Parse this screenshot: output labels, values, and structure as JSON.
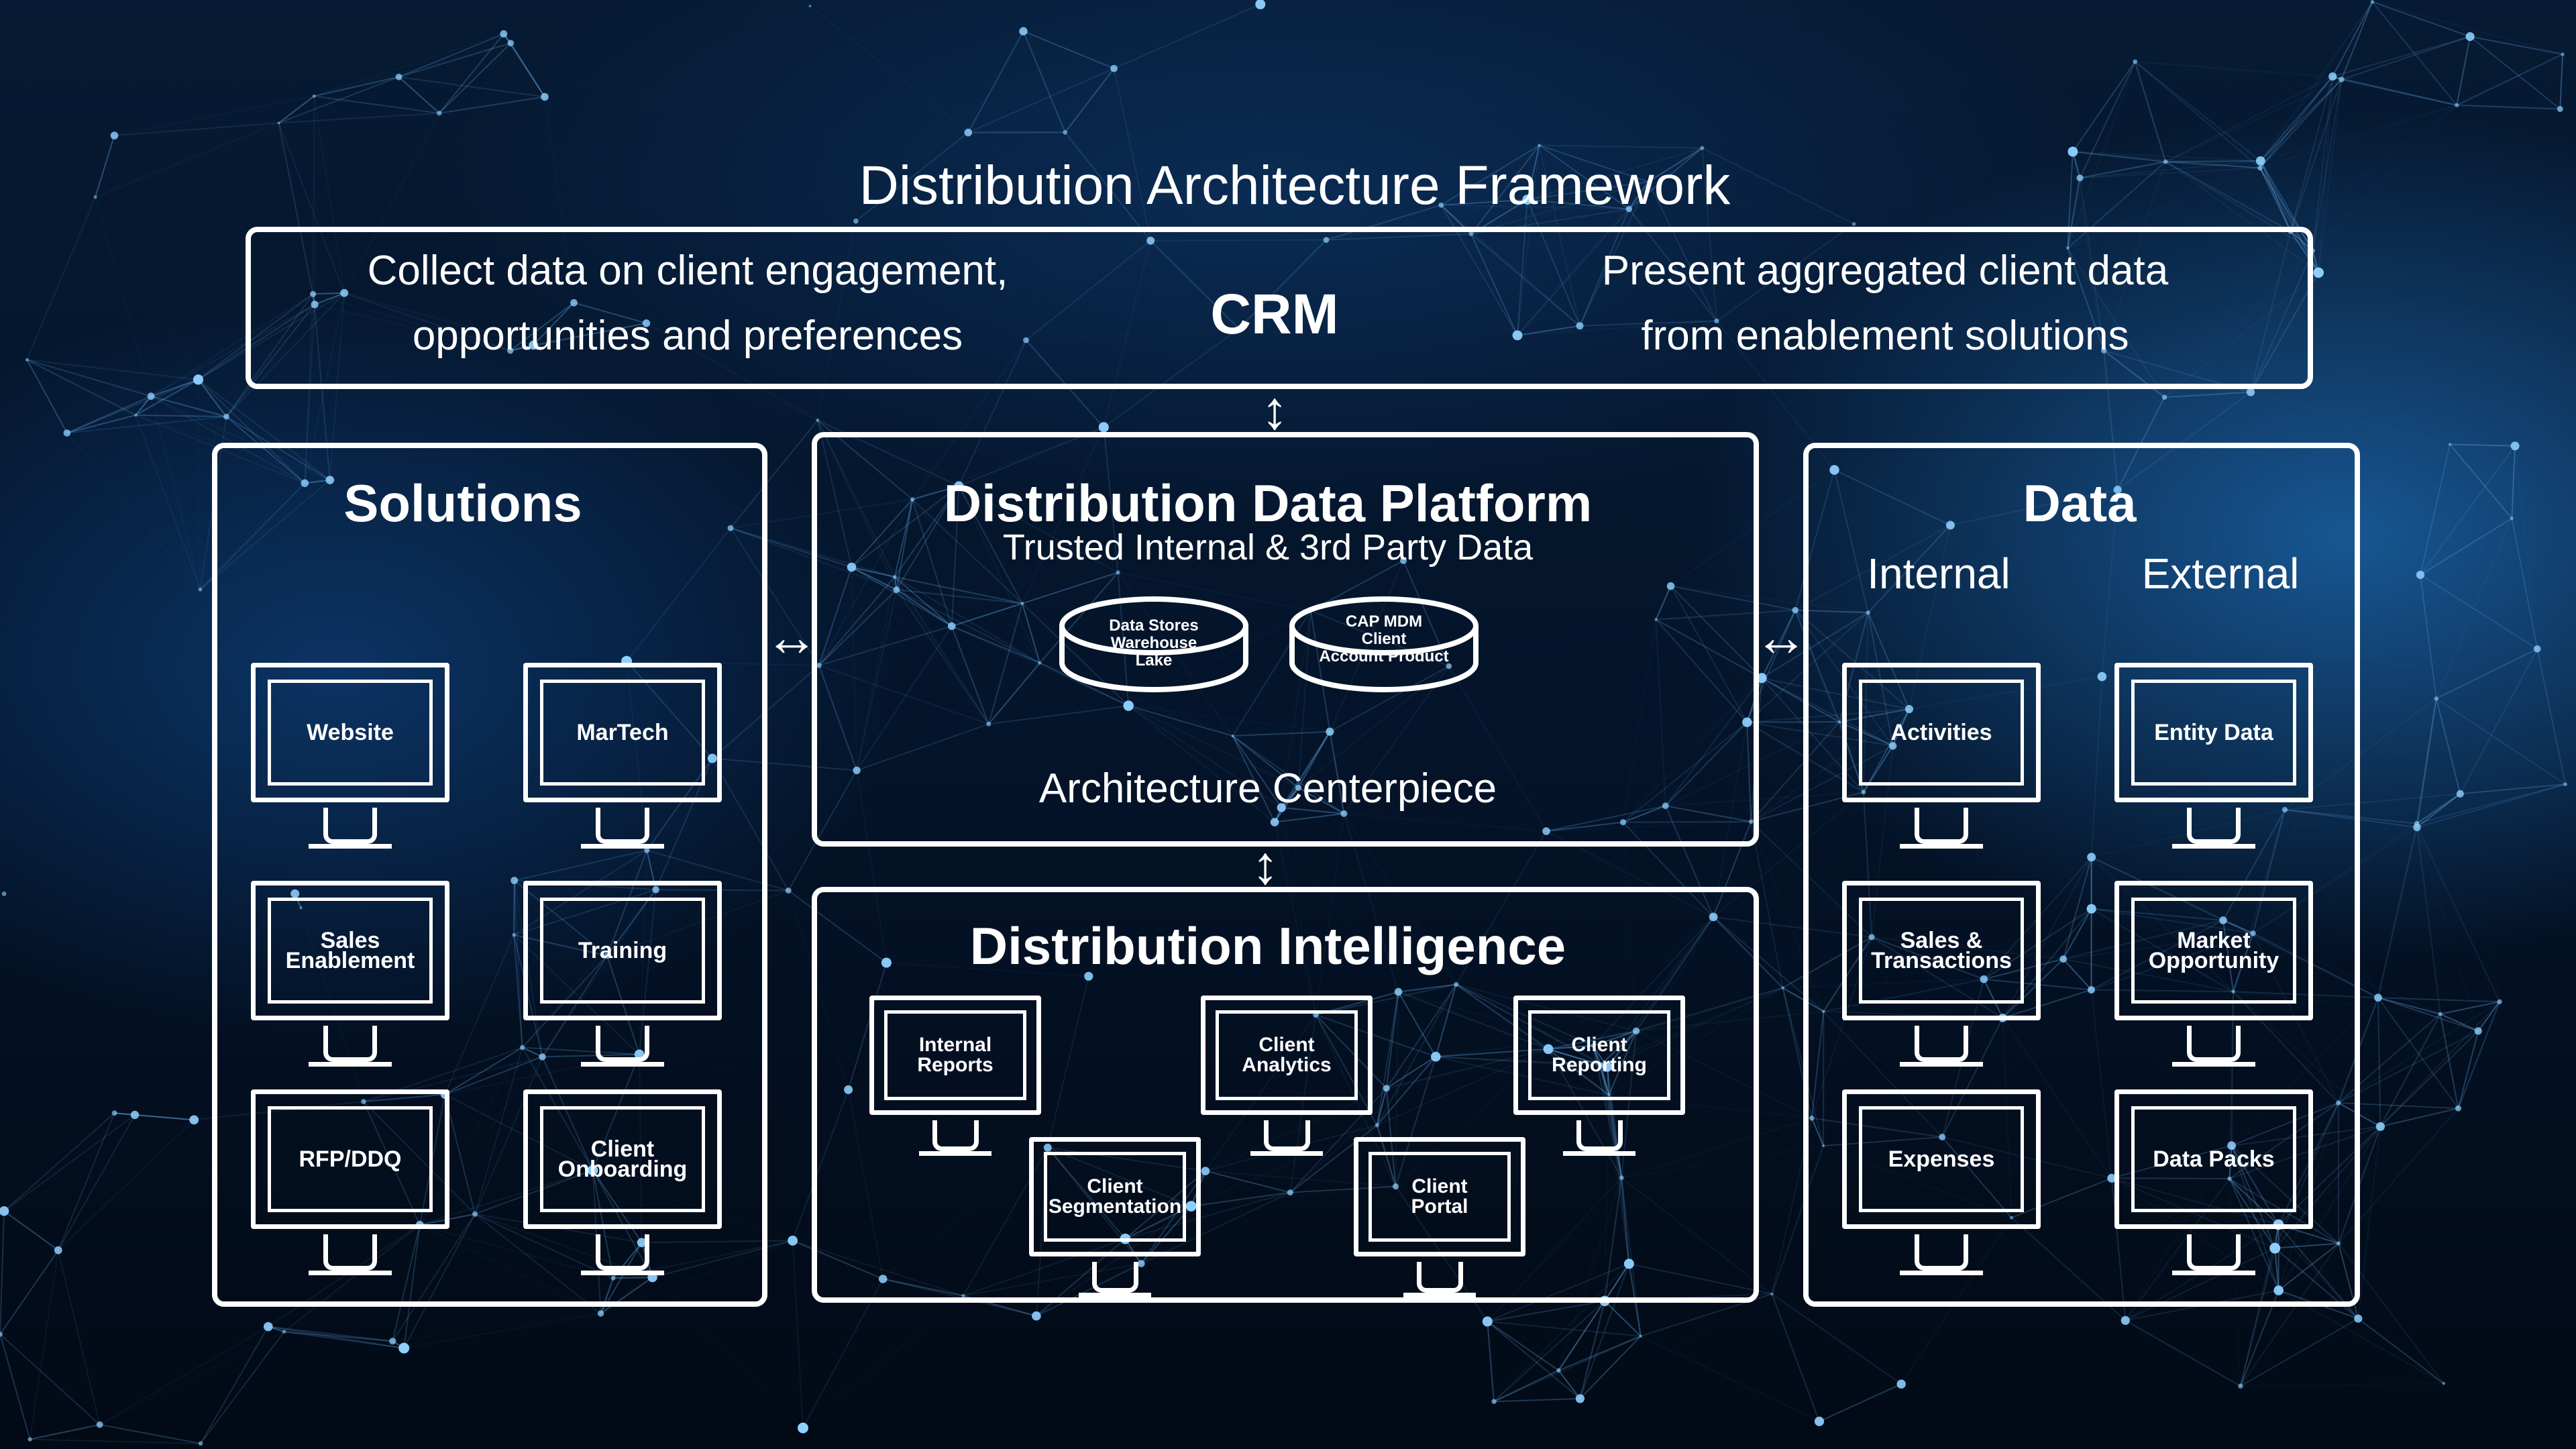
{
  "title": "Distribution Architecture Framework",
  "crm": {
    "label": "CRM",
    "left_line1": "Collect data on client engagement,",
    "left_line2": "opportunities and preferences",
    "right_line1": "Present aggregated client data",
    "right_line2": "from enablement solutions"
  },
  "solutions": {
    "title": "Solutions",
    "items": [
      "Website",
      "MarTech",
      "Sales\nEnablement",
      "Training",
      "RFP/DDQ",
      "Client\nOnboarding"
    ]
  },
  "platform": {
    "title": "Distribution Data Platform",
    "subtitle": "Trusted Internal & 3rd Party Data",
    "store1": "Data Stores\nWarehouse\nLake",
    "store2": "CAP MDM\nClient\nAccount Product",
    "caption": "Architecture Centerpiece"
  },
  "intelligence": {
    "title": "Distribution Intelligence",
    "items": [
      "Internal\nReports",
      "Client\nAnalytics",
      "Client\nReporting",
      "Client\nSegmentation",
      "Client\nPortal"
    ]
  },
  "data": {
    "title": "Data",
    "internal_label": "Internal",
    "external_label": "External",
    "internal_items": [
      "Activities",
      "Sales &\nTransactions",
      "Expenses"
    ],
    "external_items": [
      "Entity Data",
      "Market\nOpportunity",
      "Data Packs"
    ]
  },
  "arrows": {
    "vertical": "↕",
    "horizontal": "↔"
  }
}
